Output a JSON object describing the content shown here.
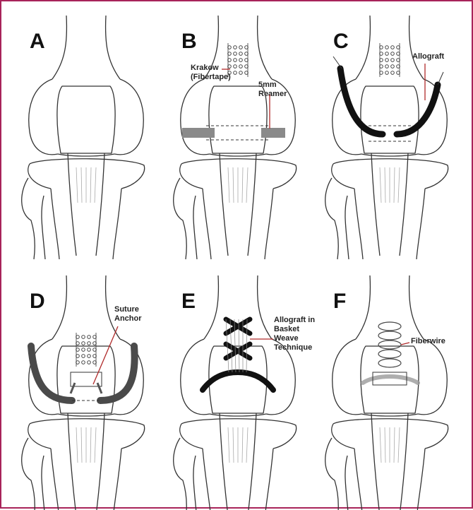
{
  "panels": [
    {
      "letter": "A",
      "labels": []
    },
    {
      "letter": "B",
      "labels": [
        "Krakow\n(Fibertape)",
        "5mm\nReamer"
      ]
    },
    {
      "letter": "C",
      "labels": [
        "Allograft"
      ]
    },
    {
      "letter": "D",
      "labels": [
        "Suture\nAnchor"
      ]
    },
    {
      "letter": "E",
      "labels": [
        "Allograft in\nBasket\nWeave\nTechnique"
      ]
    },
    {
      "letter": "F",
      "labels": [
        "Fiberwire"
      ]
    }
  ],
  "colors": {
    "border": "#a8245a",
    "bone_line": "#333333",
    "callout_line": "#b02a2a",
    "graft_black": "#111111",
    "graft_dark_gray": "#4a4a4a",
    "reamer_gray": "#8a8a8a",
    "suture_gray": "#9a9a9a"
  }
}
